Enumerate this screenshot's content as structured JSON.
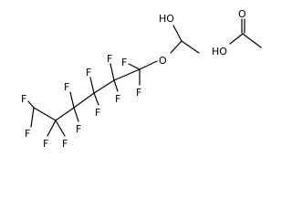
{
  "molecule_1": {
    "atoms": {
      "hydroxyl": "HO",
      "ether_oxygen": "O",
      "fluorine": "F"
    }
  },
  "molecule_2": {
    "atoms": {
      "hydroxyl": "HO",
      "carbonyl_oxygen": "O"
    }
  },
  "colors": {
    "bond": "#000000",
    "background": "#ffffff"
  }
}
